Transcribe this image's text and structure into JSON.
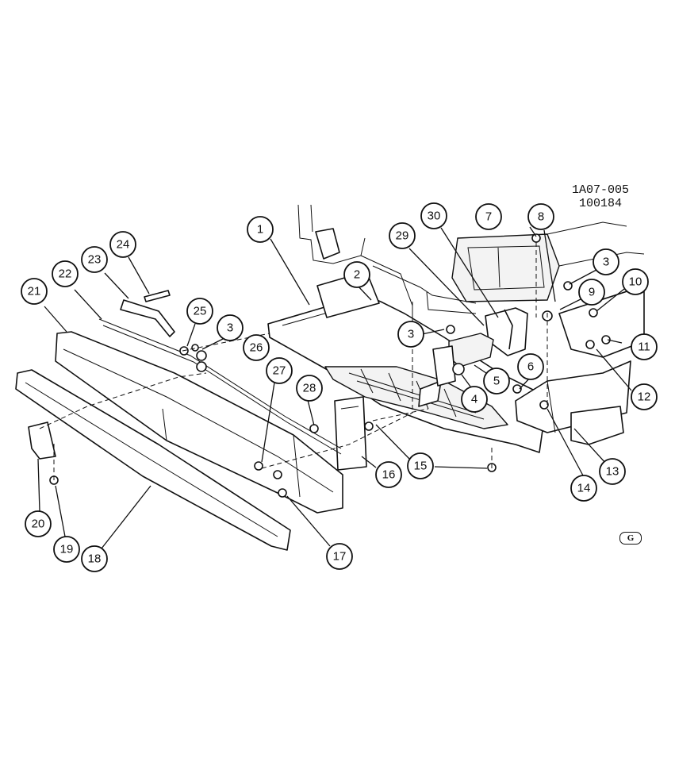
{
  "diagram": {
    "drawing_code": "1A07-005",
    "drawing_date": "100184",
    "logo_text": "G",
    "callouts": [
      {
        "id": "c1",
        "label": "1"
      },
      {
        "id": "c2",
        "label": "2"
      },
      {
        "id": "c3a",
        "label": "3"
      },
      {
        "id": "c3b",
        "label": "3"
      },
      {
        "id": "c3c",
        "label": "3"
      },
      {
        "id": "c4",
        "label": "4"
      },
      {
        "id": "c5",
        "label": "5"
      },
      {
        "id": "c6",
        "label": "6"
      },
      {
        "id": "c7",
        "label": "7"
      },
      {
        "id": "c8",
        "label": "8"
      },
      {
        "id": "c9",
        "label": "9"
      },
      {
        "id": "c10",
        "label": "10"
      },
      {
        "id": "c11",
        "label": "11"
      },
      {
        "id": "c12",
        "label": "12"
      },
      {
        "id": "c13",
        "label": "13"
      },
      {
        "id": "c14",
        "label": "14"
      },
      {
        "id": "c15",
        "label": "15"
      },
      {
        "id": "c16",
        "label": "16"
      },
      {
        "id": "c17",
        "label": "17"
      },
      {
        "id": "c18",
        "label": "18"
      },
      {
        "id": "c19",
        "label": "19"
      },
      {
        "id": "c20",
        "label": "20"
      },
      {
        "id": "c21",
        "label": "21"
      },
      {
        "id": "c22",
        "label": "22"
      },
      {
        "id": "c23",
        "label": "23"
      },
      {
        "id": "c24",
        "label": "24"
      },
      {
        "id": "c25",
        "label": "25"
      },
      {
        "id": "c26",
        "label": "26"
      },
      {
        "id": "c27",
        "label": "27"
      },
      {
        "id": "c28",
        "label": "28"
      },
      {
        "id": "c29",
        "label": "29"
      },
      {
        "id": "c30",
        "label": "30"
      }
    ]
  }
}
